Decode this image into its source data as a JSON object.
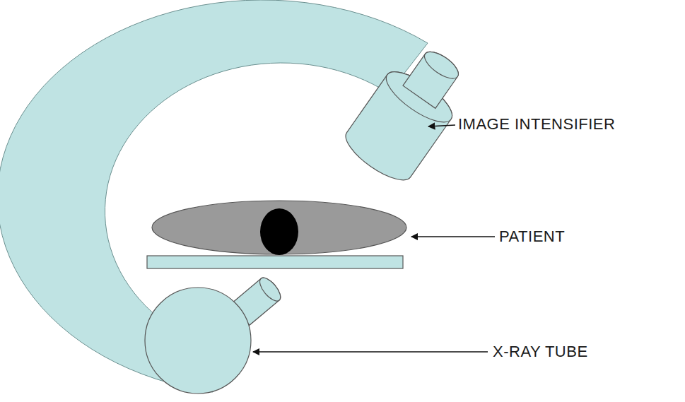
{
  "diagram": {
    "labels": [
      "IMAGE INTENSIFIER",
      "PATIENT",
      "X-RAY TUBE"
    ]
  }
}
